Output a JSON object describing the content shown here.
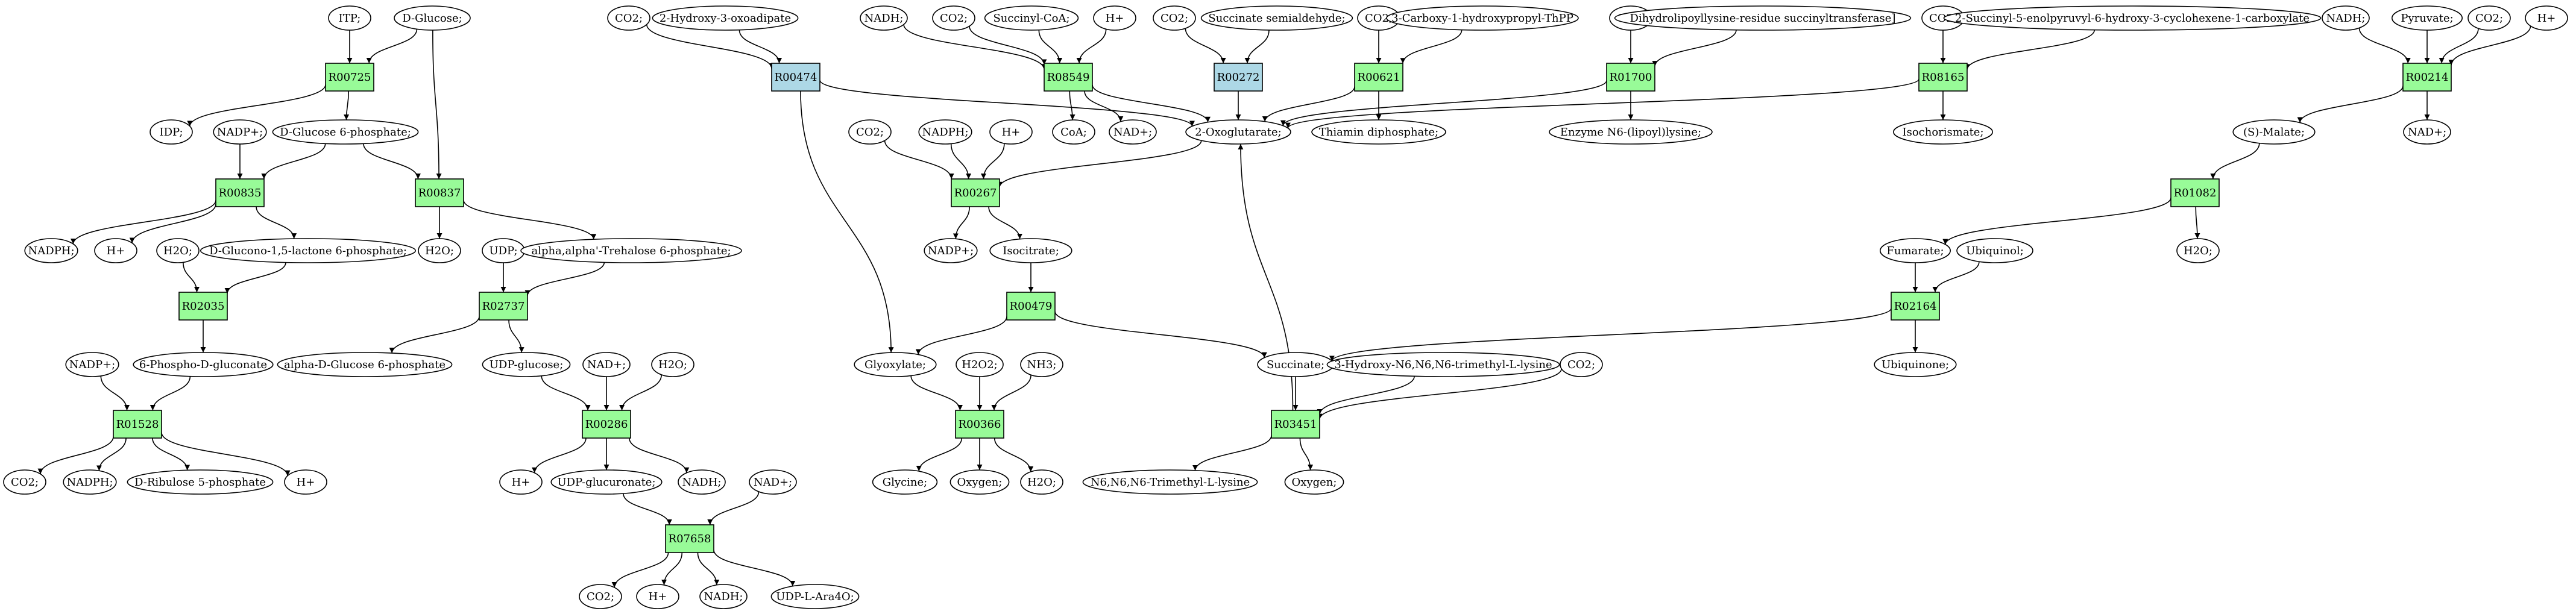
{
  "colors": {
    "reaction": "#98fb98",
    "reaction_alt": "#add8e6",
    "start_metabolite": "#00ff00",
    "target_metabolite": "#ffff00",
    "default_metabolite": "#ffffff"
  },
  "metabolites": [
    {
      "id": "itp",
      "label": "ITP;"
    },
    {
      "id": "dglucose",
      "label": "D-Glucose;",
      "color": "start_metabolite"
    },
    {
      "id": "idp",
      "label": "IDP;"
    },
    {
      "id": "nadp_a",
      "label": "NADP+;"
    },
    {
      "id": "g6p",
      "label": "D-Glucose 6-phosphate;"
    },
    {
      "id": "nadph_a",
      "label": "NADPH;"
    },
    {
      "id": "hplus_a",
      "label": "H+"
    },
    {
      "id": "h2o_a",
      "label": "H2O;"
    },
    {
      "id": "glucono",
      "label": "D-Glucono-1,5-lactone 6-phosphate;"
    },
    {
      "id": "h2o_b",
      "label": "H2O;"
    },
    {
      "id": "udp_a",
      "label": "UDP;"
    },
    {
      "id": "trehalose",
      "label": "alpha,alpha'-Trehalose 6-phosphate;"
    },
    {
      "id": "nadp_b",
      "label": "NADP+;"
    },
    {
      "id": "pgluconate",
      "label": "6-Phospho-D-gluconate"
    },
    {
      "id": "adg6p",
      "label": "alpha-D-Glucose 6-phosphate"
    },
    {
      "id": "udpglc",
      "label": "UDP-glucose;"
    },
    {
      "id": "nad_a",
      "label": "NAD+;"
    },
    {
      "id": "h2o_c",
      "label": "H2O;"
    },
    {
      "id": "co2_a",
      "label": "CO2;"
    },
    {
      "id": "nadph_b",
      "label": "NADPH;"
    },
    {
      "id": "ribulose",
      "label": "D-Ribulose 5-phosphate"
    },
    {
      "id": "hplus_b",
      "label": "H+"
    },
    {
      "id": "hplus_c",
      "label": "H+"
    },
    {
      "id": "udpglcur",
      "label": "UDP-glucuronate;"
    },
    {
      "id": "nadh_a",
      "label": "NADH;"
    },
    {
      "id": "nad_b",
      "label": "NAD+;"
    },
    {
      "id": "co2_b",
      "label": "CO2;"
    },
    {
      "id": "hplus_d",
      "label": "H+"
    },
    {
      "id": "nadh_b",
      "label": "NADH;"
    },
    {
      "id": "udpara",
      "label": "UDP-L-Ara4O;"
    },
    {
      "id": "co2_c",
      "label": "CO2;"
    },
    {
      "id": "hydroxyoxo",
      "label": "2-Hydroxy-3-oxoadipate"
    },
    {
      "id": "nadh_c",
      "label": "NADH;"
    },
    {
      "id": "co2_d",
      "label": "CO2;"
    },
    {
      "id": "succoa",
      "label": "Succinyl-CoA;"
    },
    {
      "id": "hplus_e",
      "label": "H+"
    },
    {
      "id": "co2_e",
      "label": "CO2;"
    },
    {
      "id": "sucsemi",
      "label": "Succinate semialdehyde;"
    },
    {
      "id": "co2_f",
      "label": "CO2;"
    },
    {
      "id": "carboxy",
      "label": "3-Carboxy-1-hydroxypropyl-ThPP"
    },
    {
      "id": "co2_g",
      "label": "CO2;"
    },
    {
      "id": "dihydro",
      "label": "Dihydrolipoyllysine-residue succinyltransferase]"
    },
    {
      "id": "co2_h",
      "label": "CO2;"
    },
    {
      "id": "succinyl5",
      "label": "2-Succinyl-5-enolpyruvyl-6-hydroxy-3-cyclohexene-1-carboxylate"
    },
    {
      "id": "nadh_d",
      "label": "NADH;"
    },
    {
      "id": "pyruvate",
      "label": "Pyruvate;"
    },
    {
      "id": "co2_i",
      "label": "CO2;"
    },
    {
      "id": "hplus_f",
      "label": "H+"
    },
    {
      "id": "coa",
      "label": "CoA;"
    },
    {
      "id": "nad_c",
      "label": "NAD+;"
    },
    {
      "id": "oxoglut",
      "label": "2-Oxoglutarate;"
    },
    {
      "id": "thiamin",
      "label": "Thiamin diphosphate;"
    },
    {
      "id": "enzyme",
      "label": "Enzyme N6-(lipoyl)lysine;"
    },
    {
      "id": "isochor",
      "label": "Isochorismate;"
    },
    {
      "id": "smalate",
      "label": "(S)-Malate;"
    },
    {
      "id": "nad_d",
      "label": "NAD+;"
    },
    {
      "id": "co2_j",
      "label": "CO2;"
    },
    {
      "id": "nadph_c",
      "label": "NADPH;"
    },
    {
      "id": "hplus_g",
      "label": "H+"
    },
    {
      "id": "nadp_c",
      "label": "NADP+;"
    },
    {
      "id": "isocitrate",
      "label": "Isocitrate;"
    },
    {
      "id": "fumarate",
      "label": "Fumarate;"
    },
    {
      "id": "ubiquinol",
      "label": "Ubiquinol;"
    },
    {
      "id": "h2o_d",
      "label": "H2O;"
    },
    {
      "id": "glyoxylate",
      "label": "Glyoxylate;"
    },
    {
      "id": "h2o2",
      "label": "H2O2;"
    },
    {
      "id": "nh3",
      "label": "NH3;"
    },
    {
      "id": "succinate",
      "label": "Succinate;"
    },
    {
      "id": "hydroxytml",
      "label": "3-Hydroxy-N6,N6,N6-trimethyl-L-lysine"
    },
    {
      "id": "co2_k",
      "label": "CO2;"
    },
    {
      "id": "ubiquinone",
      "label": "Ubiquinone;"
    },
    {
      "id": "glycine",
      "label": "Glycine;",
      "color": "target_metabolite"
    },
    {
      "id": "oxygen_a",
      "label": "Oxygen;"
    },
    {
      "id": "h2o_e",
      "label": "H2O;"
    },
    {
      "id": "tml",
      "label": "N6,N6,N6-Trimethyl-L-lysine"
    },
    {
      "id": "oxygen_b",
      "label": "Oxygen;"
    }
  ],
  "reactions": [
    {
      "id": "R00725",
      "label": "R00725",
      "color": "reaction"
    },
    {
      "id": "R00835",
      "label": "R00835",
      "color": "reaction"
    },
    {
      "id": "R00837",
      "label": "R00837",
      "color": "reaction"
    },
    {
      "id": "R02035",
      "label": "R02035",
      "color": "reaction"
    },
    {
      "id": "R02737",
      "label": "R02737",
      "color": "reaction"
    },
    {
      "id": "R01528",
      "label": "R01528",
      "color": "reaction"
    },
    {
      "id": "R00286",
      "label": "R00286",
      "color": "reaction"
    },
    {
      "id": "R07658",
      "label": "R07658",
      "color": "reaction"
    },
    {
      "id": "R00474",
      "label": "R00474",
      "color": "reaction_alt"
    },
    {
      "id": "R08549",
      "label": "R08549",
      "color": "reaction"
    },
    {
      "id": "R00272",
      "label": "R00272",
      "color": "reaction_alt"
    },
    {
      "id": "R00621",
      "label": "R00621",
      "color": "reaction"
    },
    {
      "id": "R01700",
      "label": "R01700",
      "color": "reaction"
    },
    {
      "id": "R08165",
      "label": "R08165",
      "color": "reaction"
    },
    {
      "id": "R00214",
      "label": "R00214",
      "color": "reaction"
    },
    {
      "id": "R00267",
      "label": "R00267",
      "color": "reaction"
    },
    {
      "id": "R01082",
      "label": "R01082",
      "color": "reaction"
    },
    {
      "id": "R00479",
      "label": "R00479",
      "color": "reaction"
    },
    {
      "id": "R02164",
      "label": "R02164",
      "color": "reaction"
    },
    {
      "id": "R00366",
      "label": "R00366",
      "color": "reaction"
    },
    {
      "id": "R03451",
      "label": "R03451",
      "color": "reaction"
    }
  ],
  "edges": [
    [
      "itp",
      "R00725"
    ],
    [
      "dglucose",
      "R00725"
    ],
    [
      "R00725",
      "idp"
    ],
    [
      "R00725",
      "g6p"
    ],
    [
      "dglucose",
      "R00837"
    ],
    [
      "g6p",
      "R00835"
    ],
    [
      "nadp_a",
      "R00835"
    ],
    [
      "g6p",
      "R00837"
    ],
    [
      "R00835",
      "nadph_a"
    ],
    [
      "R00835",
      "hplus_a"
    ],
    [
      "R00835",
      "glucono"
    ],
    [
      "R00837",
      "h2o_b"
    ],
    [
      "R00837",
      "trehalose"
    ],
    [
      "h2o_a",
      "R02035"
    ],
    [
      "glucono",
      "R02035"
    ],
    [
      "R02035",
      "pgluconate"
    ],
    [
      "udp_a",
      "R02737"
    ],
    [
      "trehalose",
      "R02737"
    ],
    [
      "R02737",
      "adg6p"
    ],
    [
      "R02737",
      "udpglc"
    ],
    [
      "nadp_b",
      "R01528"
    ],
    [
      "pgluconate",
      "R01528"
    ],
    [
      "R01528",
      "co2_a"
    ],
    [
      "R01528",
      "nadph_b"
    ],
    [
      "R01528",
      "ribulose"
    ],
    [
      "R01528",
      "hplus_b"
    ],
    [
      "udpglc",
      "R00286"
    ],
    [
      "nad_a",
      "R00286"
    ],
    [
      "h2o_c",
      "R00286"
    ],
    [
      "R00286",
      "hplus_c"
    ],
    [
      "R00286",
      "udpglcur"
    ],
    [
      "R00286",
      "nadh_a"
    ],
    [
      "udpglcur",
      "R07658"
    ],
    [
      "nad_b",
      "R07658"
    ],
    [
      "R07658",
      "co2_b"
    ],
    [
      "R07658",
      "hplus_d"
    ],
    [
      "R07658",
      "nadh_b"
    ],
    [
      "R07658",
      "udpara"
    ],
    [
      "co2_c",
      "R00474"
    ],
    [
      "hydroxyoxo",
      "R00474"
    ],
    [
      "R00474",
      "oxoglut"
    ],
    [
      "R00474",
      "glyoxylate"
    ],
    [
      "nadh_c",
      "R08549"
    ],
    [
      "co2_d",
      "R08549"
    ],
    [
      "succoa",
      "R08549"
    ],
    [
      "hplus_e",
      "R08549"
    ],
    [
      "R08549",
      "coa"
    ],
    [
      "R08549",
      "nad_c"
    ],
    [
      "R08549",
      "oxoglut"
    ],
    [
      "co2_e",
      "R00272"
    ],
    [
      "sucsemi",
      "R00272"
    ],
    [
      "R00272",
      "oxoglut"
    ],
    [
      "co2_f",
      "R00621"
    ],
    [
      "carboxy",
      "R00621"
    ],
    [
      "R00621",
      "oxoglut"
    ],
    [
      "R00621",
      "thiamin"
    ],
    [
      "co2_g",
      "R01700"
    ],
    [
      "dihydro",
      "R01700"
    ],
    [
      "R01700",
      "oxoglut"
    ],
    [
      "R01700",
      "enzyme"
    ],
    [
      "co2_h",
      "R08165"
    ],
    [
      "succinyl5",
      "R08165"
    ],
    [
      "R08165",
      "oxoglut"
    ],
    [
      "R08165",
      "isochor"
    ],
    [
      "nadh_d",
      "R00214"
    ],
    [
      "pyruvate",
      "R00214"
    ],
    [
      "co2_i",
      "R00214"
    ],
    [
      "hplus_f",
      "R00214"
    ],
    [
      "R00214",
      "smalate"
    ],
    [
      "R00214",
      "nad_d"
    ],
    [
      "oxoglut",
      "R00267"
    ],
    [
      "co2_j",
      "R00267"
    ],
    [
      "nadph_c",
      "R00267"
    ],
    [
      "hplus_g",
      "R00267"
    ],
    [
      "R00267",
      "nadp_c"
    ],
    [
      "R00267",
      "isocitrate"
    ],
    [
      "smalate",
      "R01082"
    ],
    [
      "R01082",
      "fumarate"
    ],
    [
      "R01082",
      "h2o_d"
    ],
    [
      "isocitrate",
      "R00479"
    ],
    [
      "R00479",
      "glyoxylate"
    ],
    [
      "R00479",
      "succinate"
    ],
    [
      "fumarate",
      "R02164"
    ],
    [
      "ubiquinol",
      "R02164"
    ],
    [
      "R02164",
      "succinate"
    ],
    [
      "R02164",
      "ubiquinone"
    ],
    [
      "glyoxylate",
      "R00366"
    ],
    [
      "h2o2",
      "R00366"
    ],
    [
      "nh3",
      "R00366"
    ],
    [
      "R00366",
      "glycine"
    ],
    [
      "R00366",
      "oxygen_a"
    ],
    [
      "R00366",
      "h2o_e"
    ],
    [
      "succinate",
      "R03451"
    ],
    [
      "hydroxytml",
      "R03451"
    ],
    [
      "co2_k",
      "R03451"
    ],
    [
      "R03451",
      "tml"
    ],
    [
      "R03451",
      "oxygen_b"
    ],
    [
      "R03451",
      "oxoglut"
    ]
  ]
}
